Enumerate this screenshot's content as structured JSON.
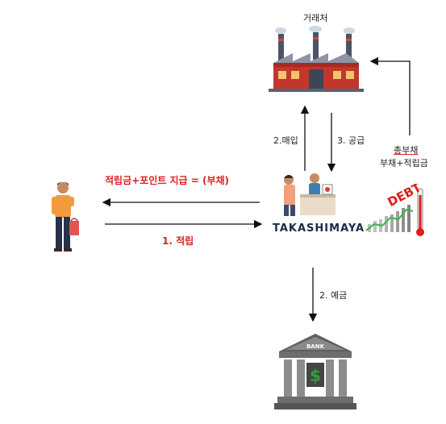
{
  "nodes": {
    "supplier": "거래처",
    "store": "TAKASHIMAYA",
    "bank_sign": "BANK",
    "debt_sign": "DEBT"
  },
  "edges": {
    "points_paid": "적립금+포인트 지급 = (부채)",
    "accumulate": "1. 적립",
    "purchase": "2.매입",
    "supply": "3. 공급",
    "deposit": "2. 예금",
    "total_debt_line1": "총부채",
    "total_debt_line2": "부채+적립금"
  },
  "colors": {
    "red_label": "#e02020",
    "arrow": "#111111",
    "factory_brick": "#c2362b",
    "bank_stone": "#6d6d6d",
    "dollar": "#2e9e3a"
  }
}
